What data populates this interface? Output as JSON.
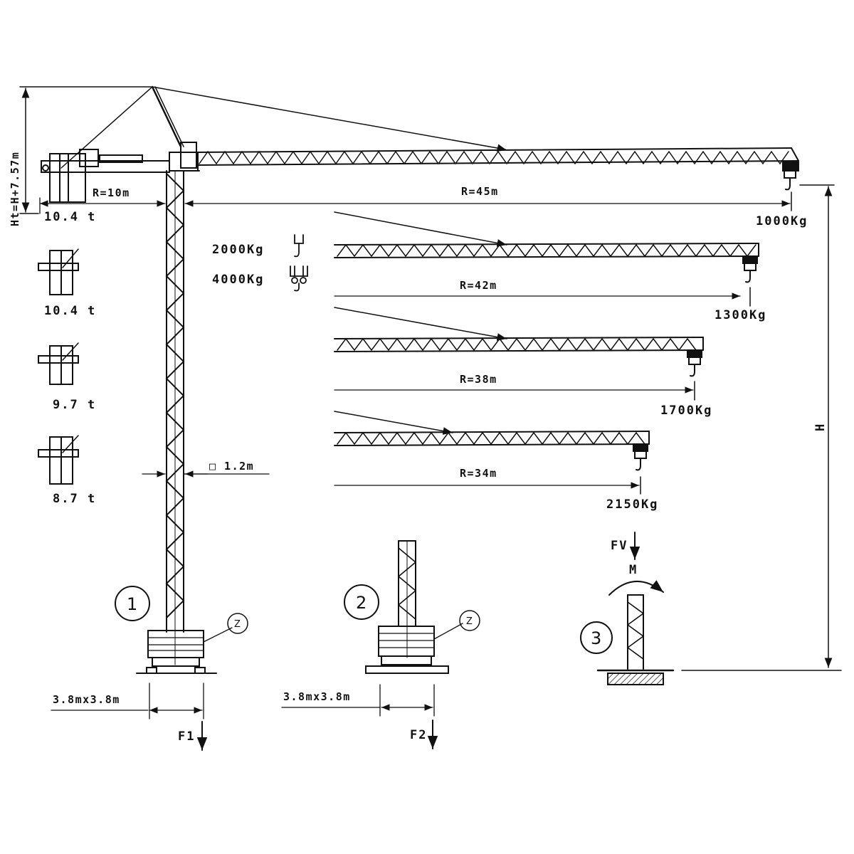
{
  "height_label": "Ht=H+7.57m",
  "counter_radius": "R=10m",
  "counterweights": [
    "10.4 t",
    "10.4 t",
    "9.7 t",
    "8.7 t"
  ],
  "hook_loads": [
    "2000Kg",
    "4000Kg"
  ],
  "mast_section": "□ 1.2m",
  "jibs": [
    {
      "radius": "R=45m",
      "load": "1000Kg"
    },
    {
      "radius": "R=42m",
      "load": "1300Kg"
    },
    {
      "radius": "R=38m",
      "load": "1700Kg"
    },
    {
      "radius": "R=34m",
      "load": "2150Kg"
    }
  ],
  "base_size_1": "3.8mx3.8m",
  "base_size_2": "3.8mx3.8m",
  "force_1": "F1",
  "force_2": "F2",
  "force_v": "FV",
  "moment": "M",
  "height_h": "H",
  "variants": [
    "1",
    "2",
    "3"
  ],
  "ballast_marker": "Z"
}
